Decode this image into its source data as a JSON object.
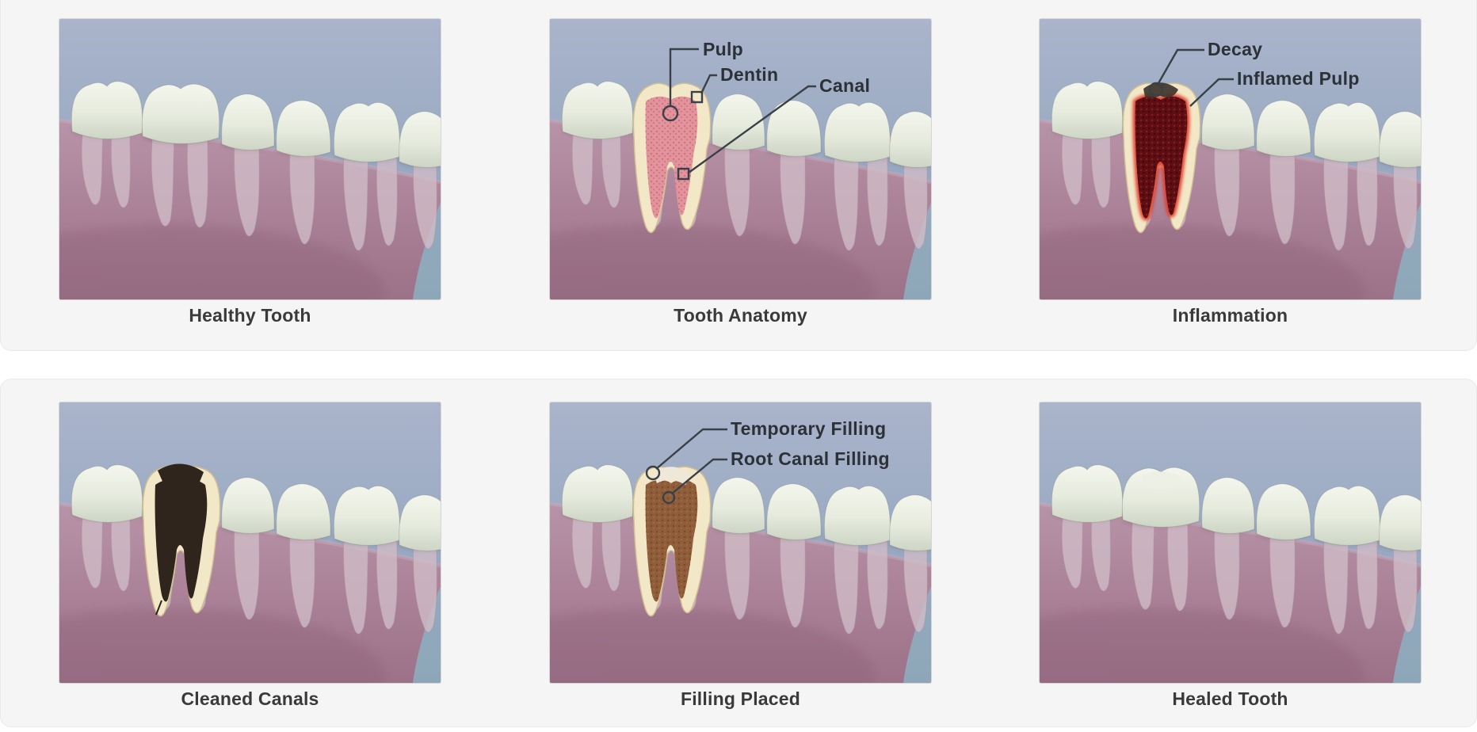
{
  "page": {
    "background_color": "#ffffff",
    "section_background_color": "#f5f5f6",
    "divider_color": "#e9e9e9",
    "caption_text_color": "#3a3a3a",
    "label_text_color": "#2c3137",
    "callout_line_color": "#3a4047"
  },
  "illustration": {
    "sky_top": "#aab4cb",
    "sky_bottom": "#8da7b8",
    "gum_top": "#b894a8",
    "gum_bottom": "#9c7288",
    "root": "#cfbcc7",
    "crown_top": "#f4f6ed",
    "crown_bottom": "#cdd5c5",
    "dentin": "#f2e8c7",
    "pulp": "#e2939c",
    "inflamed_pulp": "#5c0e12",
    "inflamed_glow": "#e03a2c",
    "decay": "#3e352b",
    "cleaned_canal": "#2f251d",
    "filling": "#8f5d3a",
    "temporary_filling": "#efe8d8"
  },
  "panels": [
    {
      "id": "healthy-tooth",
      "caption": "Healthy Tooth",
      "variant": "healthy",
      "annotations": []
    },
    {
      "id": "tooth-anatomy",
      "caption": "Tooth Anatomy",
      "variant": "anatomy",
      "annotations": [
        {
          "text": "Pulp"
        },
        {
          "text": "Dentin"
        },
        {
          "text": "Canal"
        }
      ]
    },
    {
      "id": "inflammation",
      "caption": "Inflammation",
      "variant": "inflammation",
      "annotations": [
        {
          "text": "Decay"
        },
        {
          "text": "Inflamed Pulp"
        }
      ]
    },
    {
      "id": "cleaned-canals",
      "caption": "Cleaned Canals",
      "variant": "cleaned",
      "annotations": []
    },
    {
      "id": "filling-placed",
      "caption": "Filling Placed",
      "variant": "filling",
      "annotations": [
        {
          "text": "Temporary Filling"
        },
        {
          "text": "Root Canal Filling"
        }
      ]
    },
    {
      "id": "healed-tooth",
      "caption": "Healed Tooth",
      "variant": "healed",
      "annotations": []
    }
  ]
}
